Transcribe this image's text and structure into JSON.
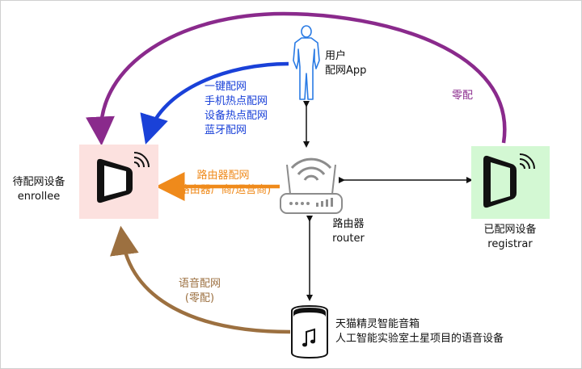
{
  "user": {
    "label_line1": "用户",
    "label_line2": "配网App"
  },
  "enrollee": {
    "label_line1": "待配网设备",
    "label_line2": "enrollee"
  },
  "registrar": {
    "label_line1": "已配网设备",
    "label_line2": "registrar"
  },
  "router": {
    "label_line1": "路由器",
    "label_line2": "router"
  },
  "speaker": {
    "label_line1": "天猫精灵智能音箱",
    "label_line2": "人工智能实验室土星项目的语音设备"
  },
  "app_methods": [
    "一键配网",
    "手机热点配网",
    "设备热点配网",
    "蓝牙配网"
  ],
  "router_method": {
    "line1": "路由器配网",
    "line2": "(路由器厂商/运营商)"
  },
  "zero_config": "零配",
  "voice_method": {
    "line1": "语音配网",
    "line2": "(零配)"
  },
  "colors": {
    "app_arrow": "#1a41d8",
    "router_arrow": "#ef8a1b",
    "zero_config_arrow": "#8a2a8c",
    "voice_arrow": "#9c7040",
    "enrollee_bg": "#fce1df",
    "registrar_bg": "#d3f8d3",
    "user_figure": "#2a7be4"
  }
}
